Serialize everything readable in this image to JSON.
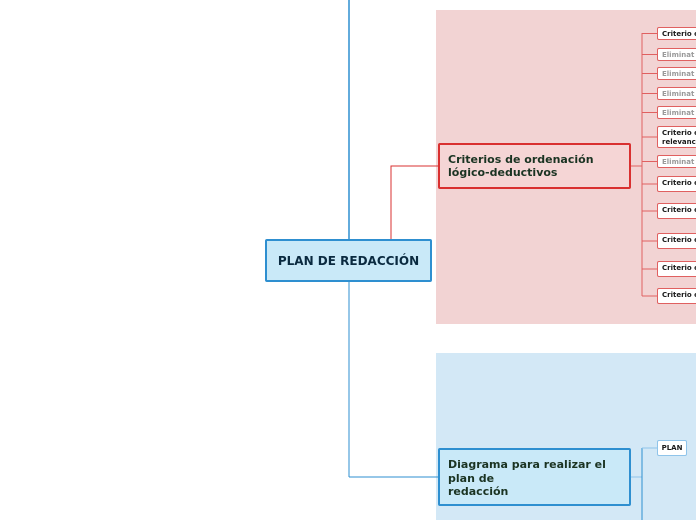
{
  "central": {
    "label": "PLAN DE REDACCIÓN"
  },
  "red_topic": {
    "line1": "Criterios de ordenación",
    "line2": "lógico-deductivos"
  },
  "blue_topic": {
    "line1": "Diagrama para realizar el",
    "line2": "plan de",
    "line3": "redacción"
  },
  "subtopics": [
    {
      "label": "Criterio c",
      "dim": false
    },
    {
      "label": "Eliminat",
      "dim": true
    },
    {
      "label": "Eliminat",
      "dim": true
    },
    {
      "label": "Eliminat",
      "dim": true
    },
    {
      "label": "Eliminat",
      "dim": true
    },
    {
      "label": "Criterio c",
      "label2": "relevanc",
      "dim": false
    },
    {
      "label": "Eliminat",
      "dim": true
    },
    {
      "label": "Criterio c",
      "dim": false
    },
    {
      "label": "Criterio c",
      "dim": false
    },
    {
      "label": "Criterio c",
      "dim": false
    },
    {
      "label": "Criterio c",
      "dim": false
    },
    {
      "label": "Criterio c",
      "dim": false
    }
  ],
  "plan_node": {
    "label": "PLAN"
  },
  "colors": {
    "red_branch": "#d93030",
    "blue_branch": "#2e8fd0",
    "red_region": "#f2d3d3",
    "blue_region": "#d3e8f6"
  }
}
